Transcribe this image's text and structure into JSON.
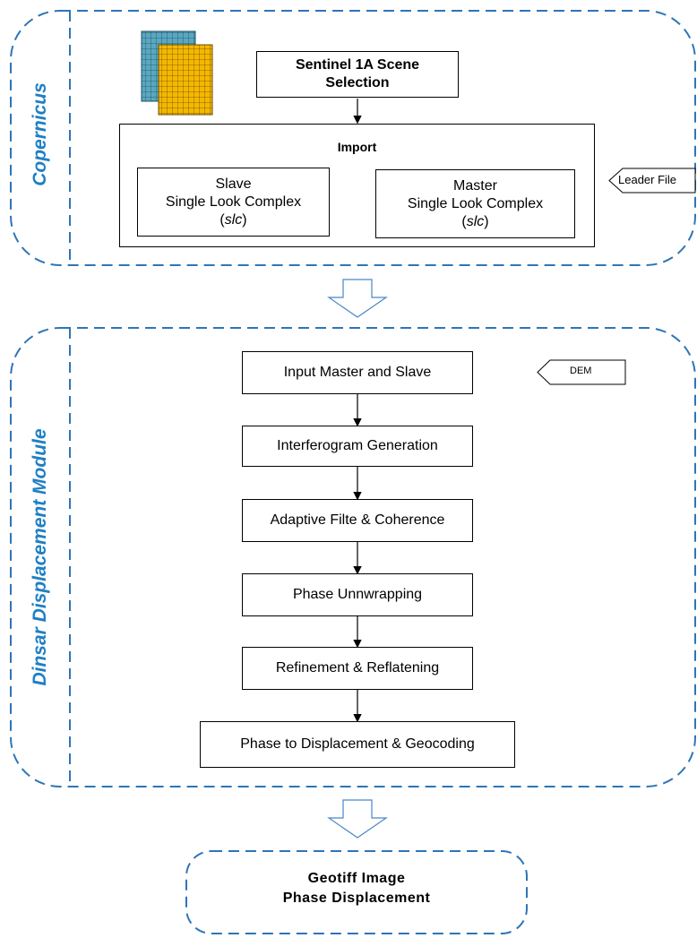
{
  "copernicus": {
    "label": "Copernicus",
    "scene_selection": "Sentinel 1A Scene Selection",
    "import_title": "Import",
    "slave": {
      "line1": "Slave",
      "line2": "Single Look Complex",
      "abbr_open": "(",
      "abbr": "slc",
      "abbr_close": ")"
    },
    "master": {
      "line1": "Master",
      "line2": "Single Look Complex",
      "abbr_open": "(",
      "abbr": "slc",
      "abbr_close": ")"
    },
    "leader_file": "Leader File"
  },
  "dinsar": {
    "label": "Dinsar Displacement Module",
    "dem": "DEM",
    "steps": [
      "Input Master and Slave",
      "Interferogram Generation",
      "Adaptive Filte & Coherence",
      "Phase Unnwrapping",
      "Refinement & Reflatening",
      "Phase to Displacement & Geocoding"
    ]
  },
  "output": {
    "line1": "Geotiff Image",
    "line2": "Phase Displacement"
  },
  "colors": {
    "dash_border": "#2e75b6",
    "label_blue": "#1f7fc4",
    "grid_teal": "#5aa7c0",
    "grid_orange": "#f5b800",
    "arrow_outline": "#4a86c8"
  }
}
